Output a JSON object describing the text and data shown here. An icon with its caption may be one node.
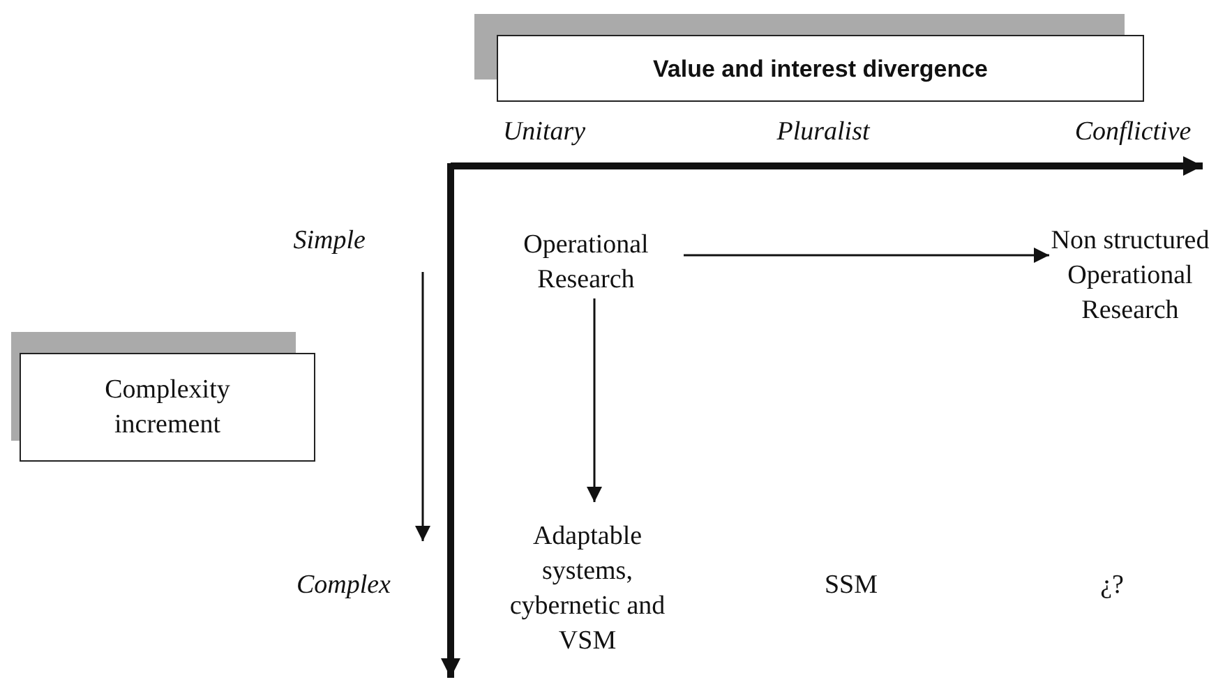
{
  "diagram": {
    "nodes": [
      {
        "text": [
          "Value and interest divergence"
        ]
      },
      {
        "text": [
          "Complexity increment"
        ]
      },
      {
        "text": [
          "Operational Research"
        ]
      },
      {
        "text": [
          "Non structured Operational Research"
        ]
      },
      {
        "text": [
          "Adaptable systems, cybernetic and VSM"
        ]
      }
    ],
    "edges": [
      {
        "from": 2,
        "to": 3,
        "arrow": "to"
      },
      {
        "from": 2,
        "to": 4,
        "arrow": "to"
      }
    ],
    "labels": [
      "Unitary",
      "Pluralist",
      "Conflictive",
      "Simple",
      "Complex",
      "SSM",
      "¿?"
    ]
  }
}
